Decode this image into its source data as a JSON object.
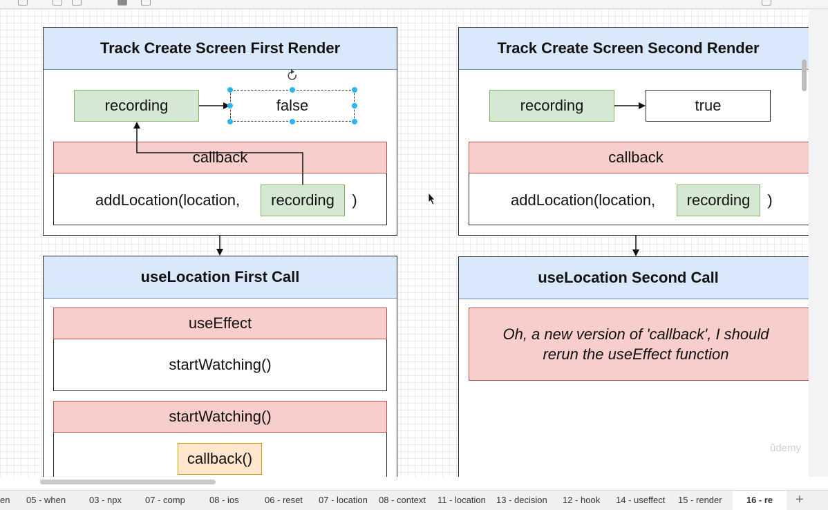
{
  "first_render": {
    "title": "Track Create Screen First Render",
    "recording_label": "recording",
    "value": "false",
    "callback_label": "callback",
    "call_prefix": "addLocation(location,",
    "call_arg": "recording",
    "call_suffix": ")"
  },
  "second_render": {
    "title": "Track Create Screen Second Render",
    "recording_label": "recording",
    "value": "true",
    "callback_label": "callback",
    "call_prefix": "addLocation(location,",
    "call_arg": "recording",
    "call_suffix": ")"
  },
  "first_call": {
    "title": "useLocation First Call",
    "use_effect_label": "useEffect",
    "use_effect_body": "startWatching()",
    "start_watching_label": "startWatching()",
    "callback_call": "callback()"
  },
  "second_call": {
    "title": "useLocation Second Call",
    "note": "Oh, a new version of 'callback', I should rerun the useEffect function"
  },
  "watermark": "ûdemy",
  "tabs": [
    {
      "label": "en"
    },
    {
      "label": "05 - when"
    },
    {
      "label": "03 - npx"
    },
    {
      "label": "07 - comp"
    },
    {
      "label": "08 - ios"
    },
    {
      "label": "06 - reset"
    },
    {
      "label": "07 - location"
    },
    {
      "label": "08 - context"
    },
    {
      "label": "11 - location"
    },
    {
      "label": "13 - decision"
    },
    {
      "label": "12 - hook"
    },
    {
      "label": "14 - useffect"
    },
    {
      "label": "15 - render"
    },
    {
      "label": "16 - re",
      "active": true
    }
  ],
  "add_tab_symbol": "+"
}
